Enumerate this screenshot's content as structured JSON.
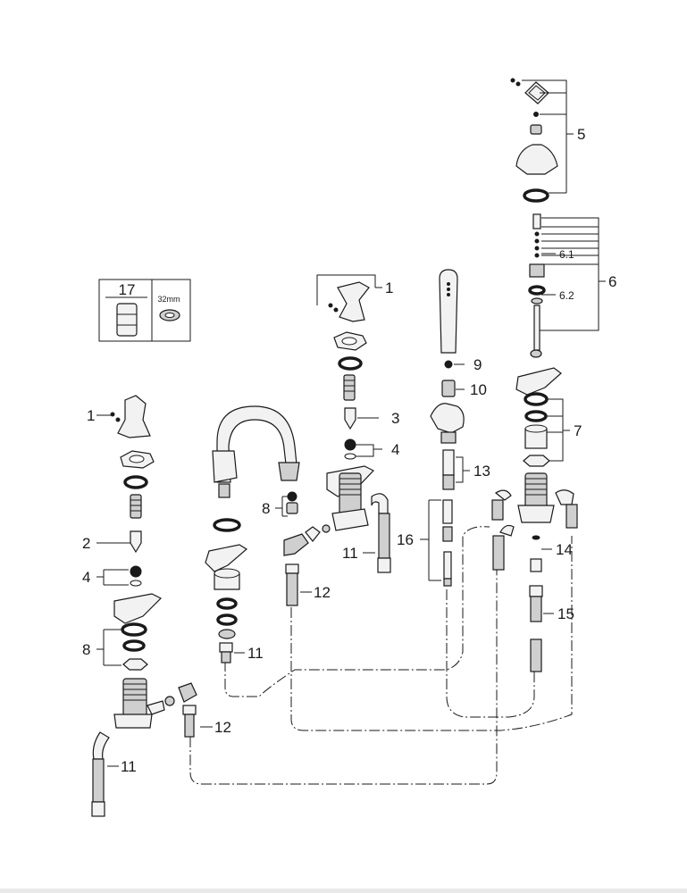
{
  "part_labels": {
    "p1_left": "1",
    "p1_top": "1",
    "p2": "2",
    "p3": "3",
    "p4_left": "4",
    "p4_mid": "4",
    "p5": "5",
    "p6": "6",
    "p6_1": "6.1",
    "p6_2": "6.2",
    "p7": "7",
    "p8_left": "8",
    "p8_mid": "8",
    "p9": "9",
    "p10": "10",
    "p11_left": "11",
    "p11_mid": "11",
    "p11_spout": "11",
    "p12_left": "12",
    "p12_mid": "12",
    "p13": "13",
    "p14": "14",
    "p15": "15",
    "p16": "16"
  },
  "tool_box": {
    "number": "17",
    "size": "32mm"
  }
}
